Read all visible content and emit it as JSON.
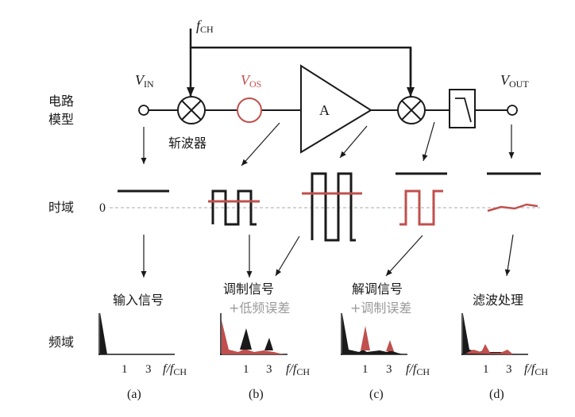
{
  "colors": {
    "black": "#1a1a1a",
    "red": "#c0504d",
    "gray": "#9a9a9a",
    "dash": "#aaaaaa"
  },
  "labels": {
    "fch_main": "f",
    "fch_sub": "CH",
    "vin_main": "V",
    "vin_sub": "IN",
    "vos_main": "V",
    "vos_sub": "OS",
    "vout_main": "V",
    "vout_sub": "OUT",
    "amp": "A",
    "chopper": "斩波器",
    "circuit_model_line1": "电路",
    "circuit_model_line2": "模型",
    "time_domain": "时域",
    "freq_domain": "频域",
    "zero": "0"
  },
  "panels": [
    {
      "id": "a",
      "caption": "(a)",
      "title": "输入信号",
      "subtitle": "",
      "tick1": "1",
      "tick3": "3",
      "axis_f": "f",
      "axis_slash": "/",
      "axis_fch": "f",
      "axis_sub": "CH"
    },
    {
      "id": "b",
      "caption": "(b)",
      "title": "调制信号",
      "subtitle": "+低频误差",
      "tick1": "1",
      "tick3": "3",
      "axis_f": "f",
      "axis_slash": "/",
      "axis_fch": "f",
      "axis_sub": "CH"
    },
    {
      "id": "c",
      "caption": "(c)",
      "title": "解调信号",
      "subtitle": "+调制误差",
      "tick1": "1",
      "tick3": "3",
      "axis_f": "f",
      "axis_slash": "/",
      "axis_fch": "f",
      "axis_sub": "CH"
    },
    {
      "id": "d",
      "caption": "(d)",
      "title": "滤波处理",
      "subtitle": "",
      "tick1": "1",
      "tick3": "3",
      "axis_f": "f",
      "axis_slash": "/",
      "axis_fch": "f",
      "axis_sub": "CH"
    }
  ]
}
